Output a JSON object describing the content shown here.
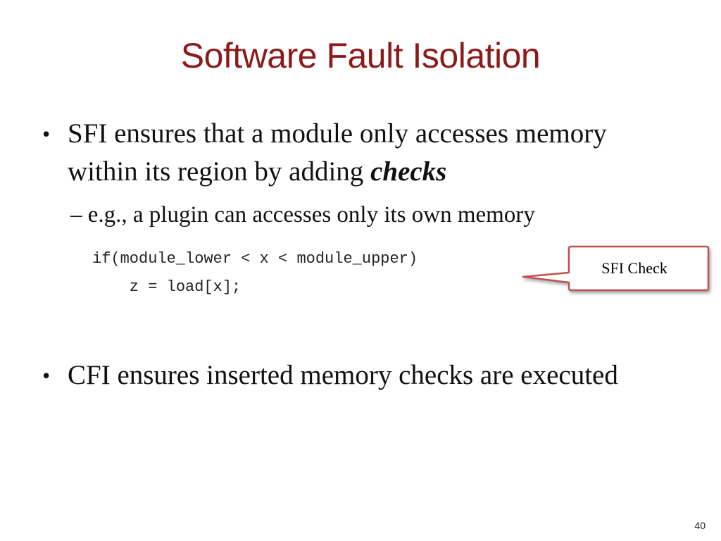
{
  "slide": {
    "title": "Software Fault Isolation",
    "bullets": [
      {
        "symbol": "•",
        "text_pre": "SFI ensures that a module only accesses memory within its region by adding ",
        "text_emphasis": "checks"
      },
      {
        "symbol": "•",
        "text": "CFI ensures inserted memory checks are executed"
      }
    ],
    "sub_bullet": "– e.g., a plugin can accesses only its own memory",
    "code": {
      "line1": "if(module_lower < x < module_upper)",
      "line2": "    z = load[x];"
    },
    "callout": {
      "label": "SFI Check",
      "border_color": "#c0504d"
    },
    "page_number": "40"
  },
  "colors": {
    "title": "#8b1a1a",
    "body_text": "#111111"
  }
}
